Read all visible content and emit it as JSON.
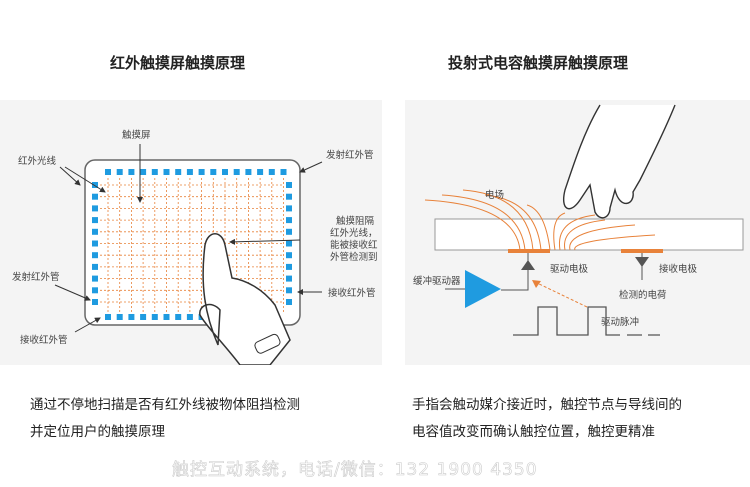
{
  "left": {
    "title": "红外触摸屏触摸原理",
    "labels": {
      "screen": "触摸屏",
      "ir_rays": "红外光线",
      "emitter_top": "发射红外管",
      "blocked_1": "触摸阻隔",
      "blocked_2": "红外光线，",
      "blocked_3": "能被接收红",
      "blocked_4": "外管检测到",
      "emitter_left": "发射红外管",
      "receiver_right": "接收红外管",
      "receiver_bottom": "接收红外管"
    },
    "caption": [
      "通过不停地扫描是否有红外线被物体阻挡检测",
      "并定位用户的触摸原理"
    ]
  },
  "right": {
    "title": "投射式电容触摸屏触摸原理",
    "labels": {
      "field": "电场",
      "drive_electrode": "驱动电极",
      "receive_electrode": "接收电极",
      "buffer": "缓冲驱动器",
      "charge": "检测的电荷",
      "pulse": "驱动脉冲"
    },
    "caption": [
      "手指会触动媒介接近时，触控节点与导线间的",
      "电容值改变而确认触控位置，触控更精准"
    ]
  },
  "watermark": "触控互动系统，电话/微信：132 1900 4350",
  "colors": {
    "blue": "#1f9be0",
    "orange": "#e8823a"
  }
}
